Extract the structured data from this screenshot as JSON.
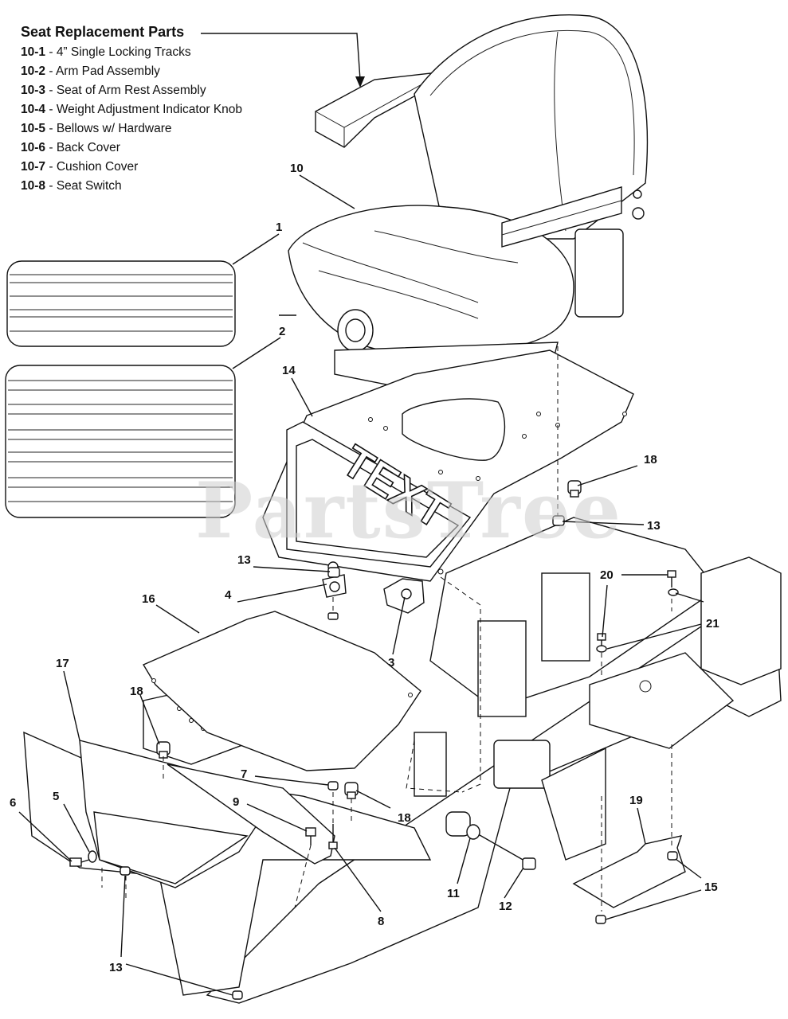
{
  "legend": {
    "title": "Seat Replacement Parts",
    "items": [
      {
        "code": "10-1",
        "text": "4” Single Locking Tracks"
      },
      {
        "code": "10-2",
        "text": "Arm Pad Assembly"
      },
      {
        "code": "10-3",
        "text": "Seat of Arm Rest Assembly"
      },
      {
        "code": "10-4",
        "text": "Weight Adjustment Indicator Knob"
      },
      {
        "code": "10-5",
        "text": "Bellows w/ Hardware"
      },
      {
        "code": "10-6",
        "text": "Back Cover"
      },
      {
        "code": "10-7",
        "text": "Cushion Cover"
      },
      {
        "code": "10-8",
        "text": "Seat Switch"
      }
    ]
  },
  "watermark": "PartsTree",
  "panel_text": "TEXT",
  "callouts": {
    "c1": "1",
    "c2": "2",
    "c3": "3",
    "c4": "4",
    "c5": "5",
    "c6": "6",
    "c7": "7",
    "c8": "8",
    "c9": "9",
    "c10": "10",
    "c11": "11",
    "c12": "12",
    "c13a": "13",
    "c13b": "13",
    "c13c": "13",
    "c14": "14",
    "c15": "15",
    "c16": "16",
    "c17": "17",
    "c18a": "18",
    "c18b": "18",
    "c18c": "18",
    "c19": "19",
    "c20": "20",
    "c21": "21"
  }
}
